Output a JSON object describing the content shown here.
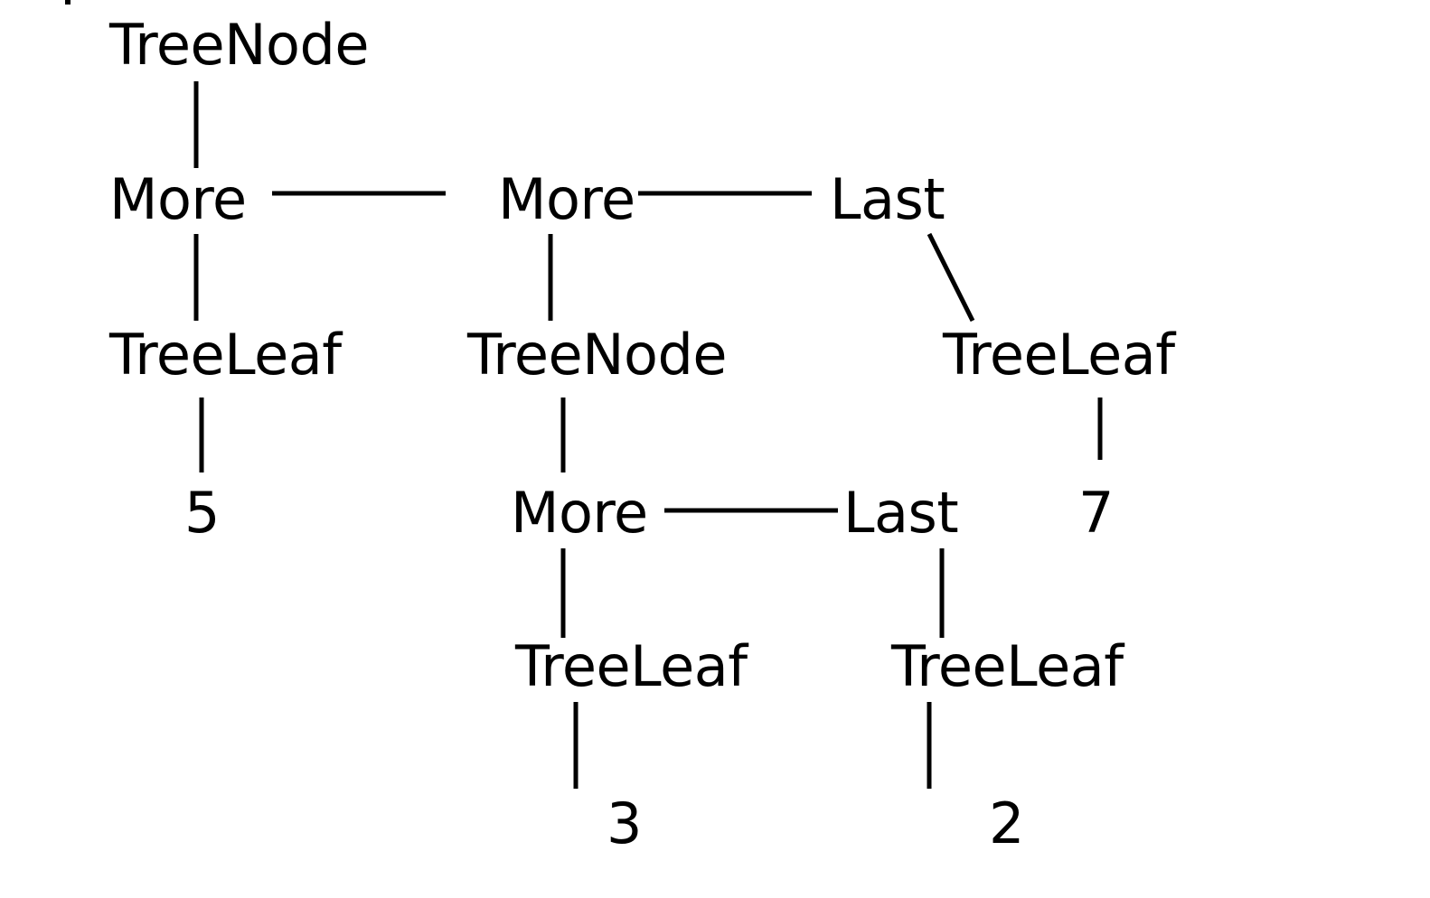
{
  "diagram": {
    "nodes": {
      "root_treenode": "TreeNode",
      "more_1": "More",
      "more_2": "More",
      "last_1": "Last",
      "treeleaf_5": "TreeLeaf",
      "treenode_2": "TreeNode",
      "treeleaf_7": "TreeLeaf",
      "value_5": "5",
      "more_3": "More",
      "last_2": "Last",
      "value_7": "7",
      "treeleaf_3": "TreeLeaf",
      "treeleaf_2": "TreeLeaf",
      "value_3": "3",
      "value_2": "2"
    },
    "edges": [
      {
        "from": "root_treenode",
        "to": "more_1"
      },
      {
        "from": "more_1",
        "to": "more_2"
      },
      {
        "from": "more_2",
        "to": "last_1"
      },
      {
        "from": "more_1",
        "to": "treeleaf_5"
      },
      {
        "from": "more_2",
        "to": "treenode_2"
      },
      {
        "from": "last_1",
        "to": "treeleaf_7"
      },
      {
        "from": "treeleaf_5",
        "to": "value_5"
      },
      {
        "from": "treenode_2",
        "to": "more_3"
      },
      {
        "from": "treeleaf_7",
        "to": "value_7"
      },
      {
        "from": "more_3",
        "to": "last_2"
      },
      {
        "from": "more_3",
        "to": "treeleaf_3"
      },
      {
        "from": "last_2",
        "to": "treeleaf_2"
      },
      {
        "from": "treeleaf_3",
        "to": "value_3"
      },
      {
        "from": "treeleaf_2",
        "to": "value_2"
      }
    ]
  }
}
